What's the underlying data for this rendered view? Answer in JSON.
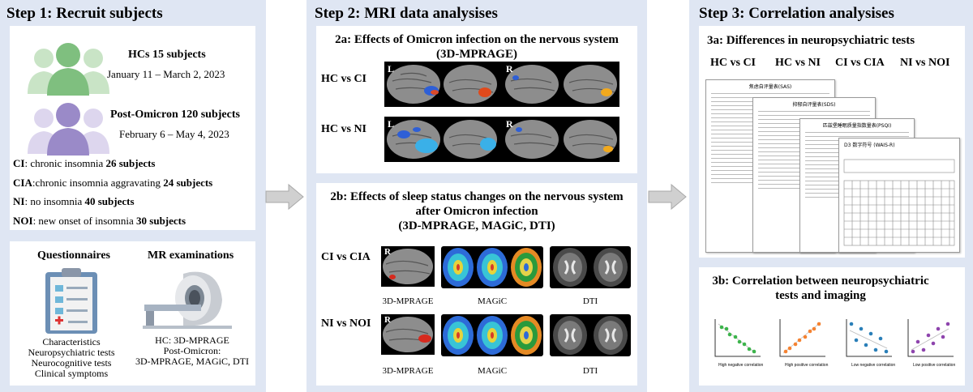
{
  "step1": {
    "title": "Step 1: Recruit subjects",
    "hc_label": "HCs 15 subjects",
    "hc_dates": "January 11 – March 2, 2023",
    "post_label": "Post-Omicron 120 subjects",
    "post_dates": "February 6 – May 4, 2023",
    "groups": [
      {
        "abbr": "CI",
        "desc": ": chronic insomnia ",
        "count": "26 subjects"
      },
      {
        "abbr": "CIA",
        "desc": ":chronic insomnia aggravating ",
        "count": "24 subjects"
      },
      {
        "abbr": "NI",
        "desc": ": no insomnia ",
        "count": "40 subjects"
      },
      {
        "abbr": "NOI",
        "desc": ": new onset of insomnia ",
        "count": "30 subjects"
      }
    ],
    "questionnaires": {
      "title": "Questionnaires",
      "items": [
        "Characteristics",
        "Neuropsychiatric tests",
        "Neurocognitive tests",
        "Clinical symptoms"
      ]
    },
    "mr": {
      "title": "MR examinations",
      "lines": [
        "HC: 3D-MPRAGE",
        "Post-Omicron:",
        "3D-MPRAGE, MAGiC, DTI"
      ]
    },
    "colors": {
      "hc_green": "#7fbf7f",
      "post_purple": "#9a8ac8"
    }
  },
  "step2": {
    "title": "Step 2: MRI data analysises",
    "a": {
      "title_l1": "2a: Effects of Omicron infection on the nervous system",
      "title_l2": "(3D-MPRAGE)",
      "rows": [
        "HC vs CI",
        "HC vs NI"
      ],
      "lr": [
        "L",
        "R"
      ]
    },
    "b": {
      "title_l1": "2b: Effects of sleep status changes on the nervous system",
      "title_l2": "after Omicron infection",
      "title_l3": "(3D-MPRAGE, MAGiC, DTI)",
      "rows": [
        "CI vs CIA",
        "NI vs NOI"
      ],
      "r_label": "R",
      "captions": [
        "3D-MPRAGE",
        "MAGiC",
        "DTI"
      ]
    }
  },
  "step3": {
    "title": "Step 3: Correlation analysises",
    "a": {
      "title": "3a: Differences in neuropsychiatric tests",
      "comparisons": [
        "HC vs CI",
        "HC vs NI",
        "CI vs CIA",
        "NI vs NOI"
      ],
      "docs": [
        "焦虑自评量表(SAS)",
        "抑郁自评量表(SDS)",
        "匹兹堡睡眠质量指数量表(PSQI)",
        "D3 数字符号 (WAIS-R)"
      ]
    },
    "b": {
      "title_l1": "3b: Correlation between neuropsychiatric",
      "title_l2": "tests and imaging",
      "plots": [
        {
          "caption": "High negative correlation",
          "color": "#3cb44b"
        },
        {
          "caption": "High positive correlation",
          "color": "#f58231"
        },
        {
          "caption": "Low negative correlation",
          "color": "#2a7fb8"
        },
        {
          "caption": "Low positive correlation",
          "color": "#8e44ad"
        }
      ]
    }
  }
}
